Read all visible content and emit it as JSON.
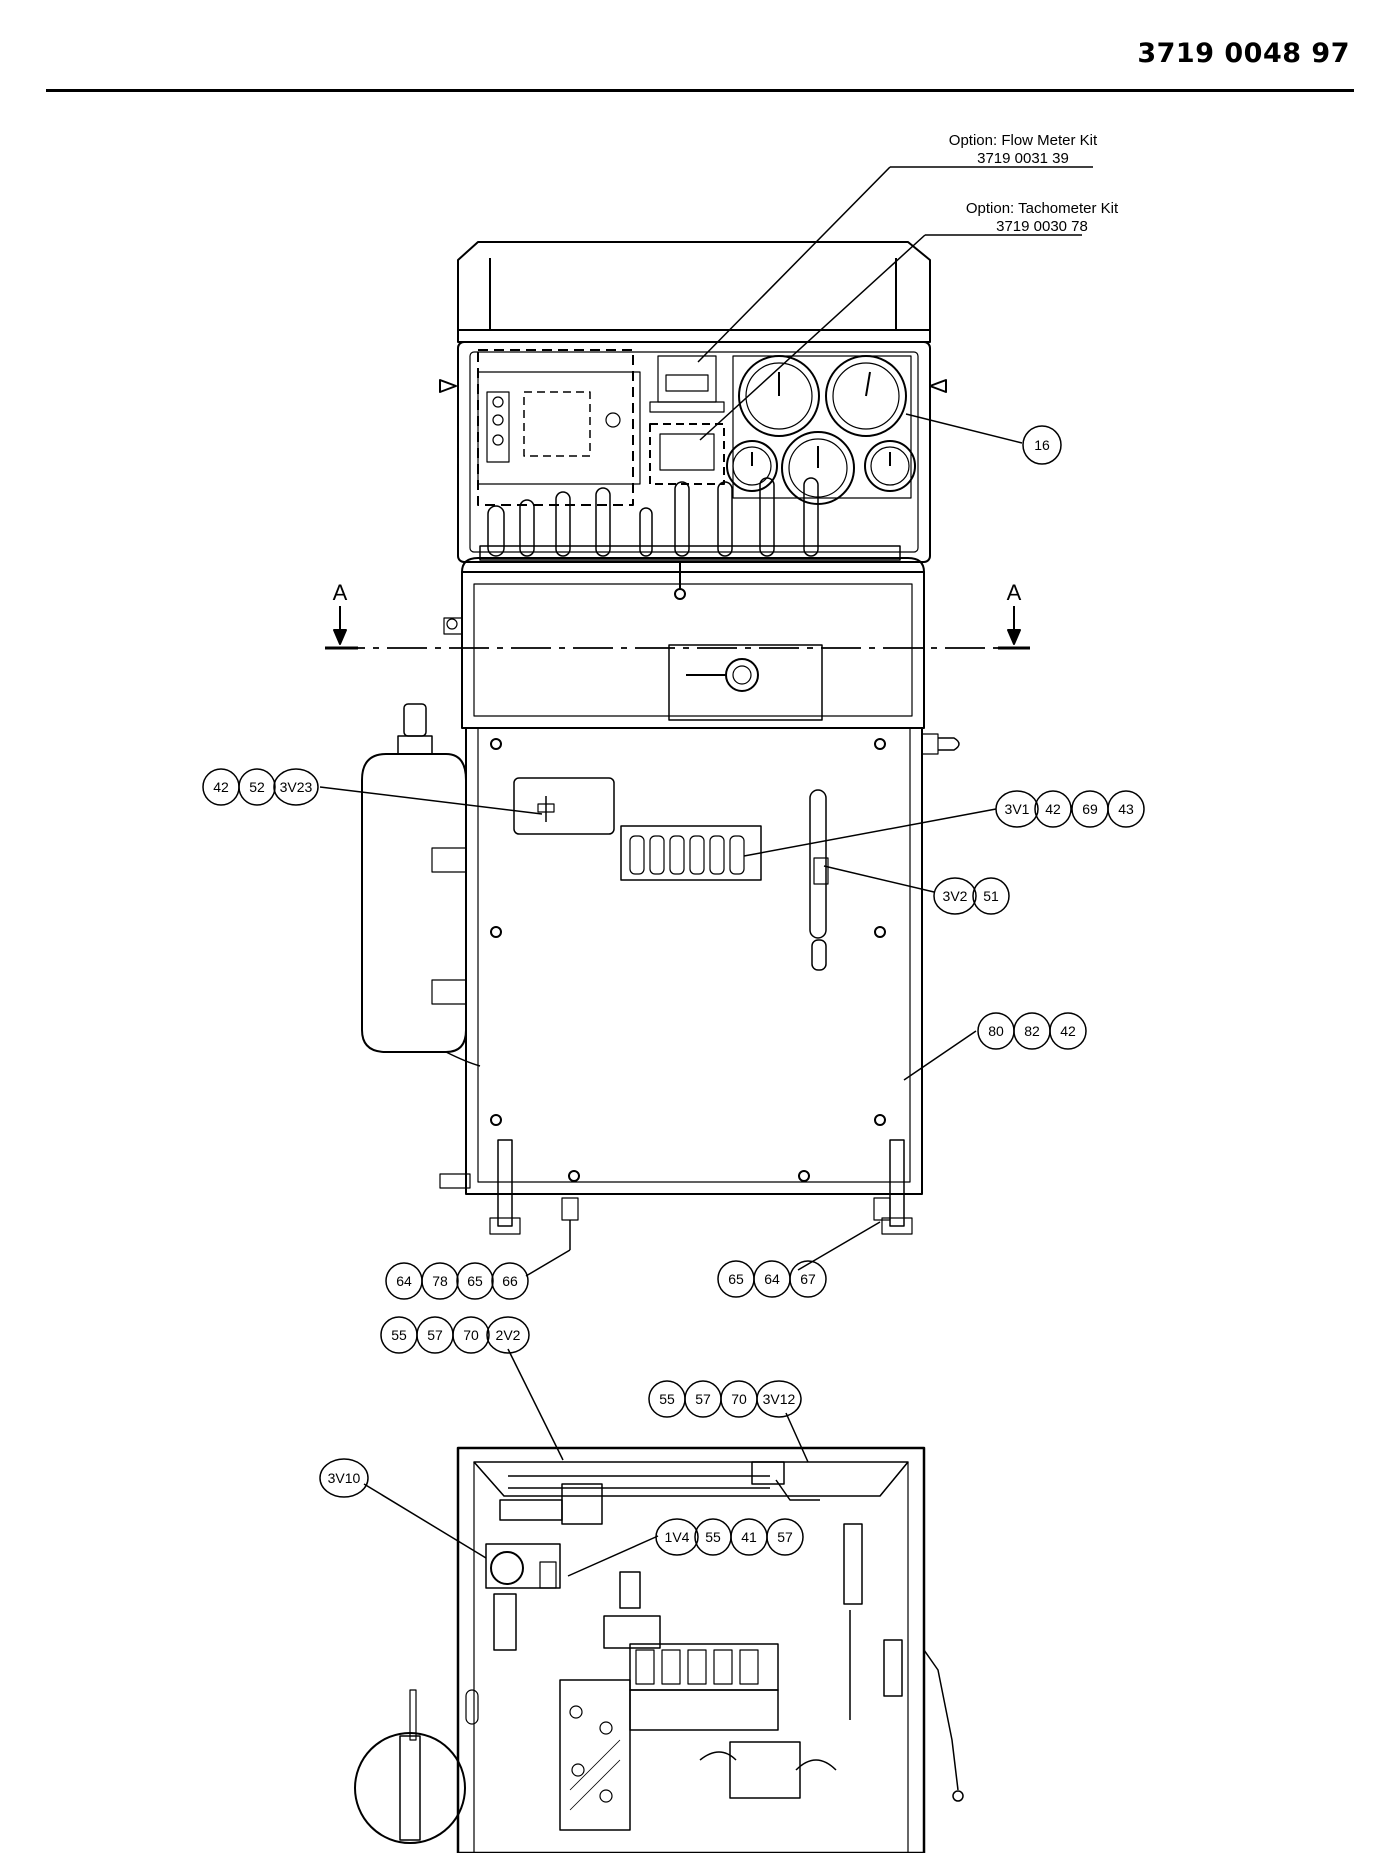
{
  "header": {
    "doc_number": "3719 0048 97"
  },
  "options": [
    {
      "name": "Option: Flow Meter Kit",
      "part": "3719 0031 39"
    },
    {
      "name": "Option: Tachometer Kit",
      "part": "3719 0030 78"
    }
  ],
  "section_marker": "A",
  "callouts": {
    "c16": [
      "16"
    ],
    "c42_52_3V23": [
      "42",
      "52",
      "3V23"
    ],
    "c3V1_42_69_43": [
      "3V1",
      "42",
      "69",
      "43"
    ],
    "c3V2_51": [
      "3V2",
      "51"
    ],
    "c80_82_42": [
      "80",
      "82",
      "42"
    ],
    "c64_78_65_66": [
      "64",
      "78",
      "65",
      "66"
    ],
    "c65_64_67": [
      "65",
      "64",
      "67"
    ],
    "c55_57_70_2V2": [
      "55",
      "57",
      "70",
      "2V2"
    ],
    "c55_57_70_3V12": [
      "55",
      "57",
      "70",
      "3V12"
    ],
    "c3V10": [
      "3V10"
    ],
    "c1V4_55_41_57": [
      "1V4",
      "55",
      "41",
      "57"
    ]
  },
  "colors": {
    "line": "#000000",
    "background": "#ffffff"
  }
}
